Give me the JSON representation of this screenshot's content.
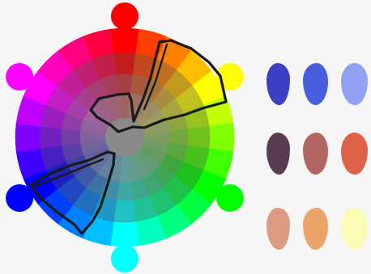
{
  "wheel": {
    "ring_count": 4,
    "hue_steps": 24,
    "rings": [
      {
        "name": "outer",
        "saturation": 100,
        "lightness": 50
      },
      {
        "name": "mid-outer",
        "saturation": 72,
        "lightness": 44
      },
      {
        "name": "mid-inner",
        "saturation": 45,
        "lightness": 45
      },
      {
        "name": "inner",
        "saturation": 22,
        "lightness": 50
      }
    ],
    "center_color": "#8a8a8a",
    "highlighted_hues": [
      {
        "name": "red-dot",
        "color": "#ff0000"
      },
      {
        "name": "yellow-dot",
        "color": "#ffff00"
      },
      {
        "name": "green-dot",
        "color": "#00ff00"
      },
      {
        "name": "cyan-dot",
        "color": "#00ffff"
      },
      {
        "name": "blue-dot",
        "color": "#0000ff"
      },
      {
        "name": "magenta-dot",
        "color": "#ff00ff"
      }
    ]
  },
  "outlines": {
    "stroke_color": "#1a1a1a",
    "shapes": [
      "warm-wedge-outline",
      "cool-wedge-outline"
    ]
  },
  "palette": {
    "rows": [
      [
        {
          "name": "swatch-deep-blue",
          "color": "#3b3fc4"
        },
        {
          "name": "swatch-royal-blue",
          "color": "#4a5ee0"
        },
        {
          "name": "swatch-periwinkle",
          "color": "#92a2f2"
        }
      ],
      [
        {
          "name": "swatch-plum",
          "color": "#5a3c52"
        },
        {
          "name": "swatch-rosewood",
          "color": "#b36662"
        },
        {
          "name": "swatch-coral",
          "color": "#de6248"
        }
      ],
      [
        {
          "name": "swatch-peach-tan",
          "color": "#dc9a80"
        },
        {
          "name": "swatch-apricot",
          "color": "#eaa468"
        },
        {
          "name": "swatch-pale-yellow",
          "color": "#fbfbb6"
        }
      ]
    ]
  }
}
